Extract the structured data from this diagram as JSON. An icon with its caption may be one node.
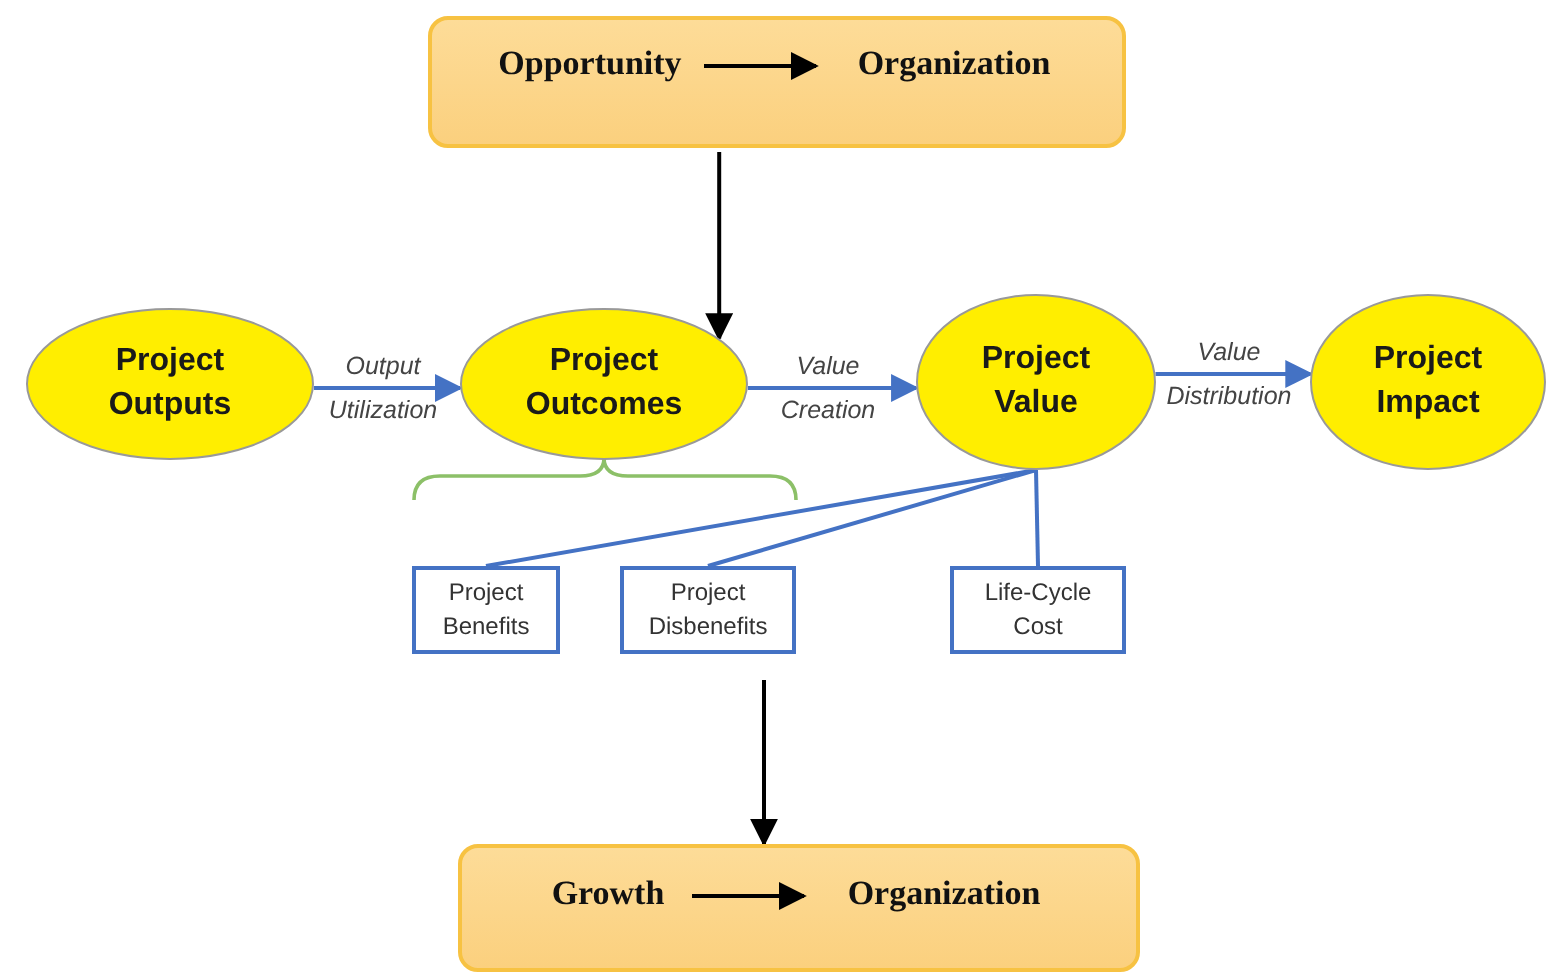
{
  "diagram": {
    "nodes": [
      {
        "text": [],
        "shape": "box"
      },
      {
        "text": [
          "Opportunity"
        ],
        "in": 0
      },
      {
        "text": [
          "Organization"
        ],
        "in": 0
      },
      {
        "text": [
          "Project Outputs"
        ]
      },
      {
        "text": [
          "Project Outcomes"
        ]
      },
      {
        "text": [
          "Project Value"
        ]
      },
      {
        "text": [
          "Project Impact"
        ]
      },
      {
        "text": [
          "Project Benefits"
        ]
      },
      {
        "text": [
          "Project Disbenefits"
        ]
      },
      {
        "text": [
          "Life-Cycle Cost"
        ]
      },
      {
        "text": [],
        "shape": "box"
      },
      {
        "text": [
          "Growth"
        ],
        "in": 10
      },
      {
        "text": [
          "Organization"
        ],
        "in": 10
      }
    ],
    "edges": [
      {
        "from": 1,
        "to": 2,
        "arrow": "to",
        "color": "#000000"
      },
      {
        "from": 0,
        "to": 4,
        "arrow": "to",
        "color": "#000000"
      },
      {
        "from": 3,
        "to": 4,
        "arrow": "to",
        "label": "Output Utilization"
      },
      {
        "from": 4,
        "to": 5,
        "arrow": "to",
        "label": "Value Creation"
      },
      {
        "from": 5,
        "to": 6,
        "arrow": "to",
        "label": "Value Distribution"
      },
      {
        "from": 5,
        "to": 7,
        "arrow": "none"
      },
      {
        "from": 5,
        "to": 8,
        "arrow": "none"
      },
      {
        "from": 5,
        "to": 9,
        "arrow": "none"
      },
      {
        "from": null,
        "to": 10,
        "arrow": "to",
        "color": "#000000"
      },
      {
        "from": 11,
        "to": 12,
        "arrow": "to",
        "color": "#000000"
      }
    ]
  }
}
